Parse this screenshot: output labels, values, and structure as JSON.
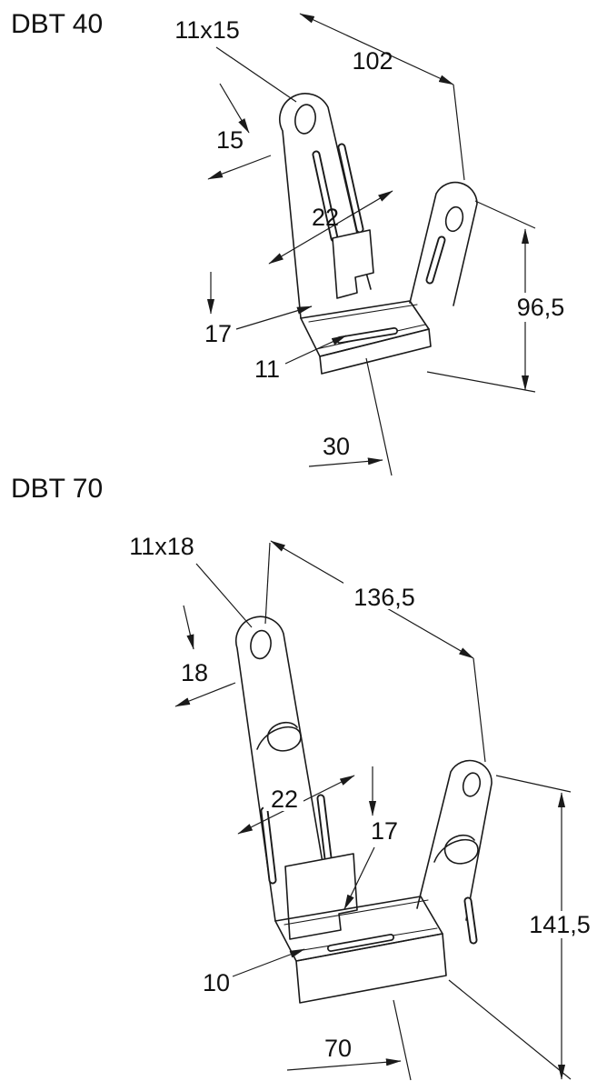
{
  "colors": {
    "line": "#1a1a1a",
    "text": "#111111",
    "background": "#ffffff"
  },
  "dbt40": {
    "title": "DBT 40",
    "hole_size": "11x15",
    "top_width": "102",
    "hole_edge_offset": "15",
    "slot_spacing": "22",
    "height": "96,5",
    "flange_height": "17",
    "base_slot": "11",
    "base_width": "30"
  },
  "dbt70": {
    "title": "DBT 70",
    "hole_size": "11x18",
    "top_width": "136,5",
    "hole_edge_offset": "18",
    "slot_spacing": "22",
    "flange_height": "17",
    "height": "141,5",
    "base_slot": "10",
    "base_width": "70"
  }
}
